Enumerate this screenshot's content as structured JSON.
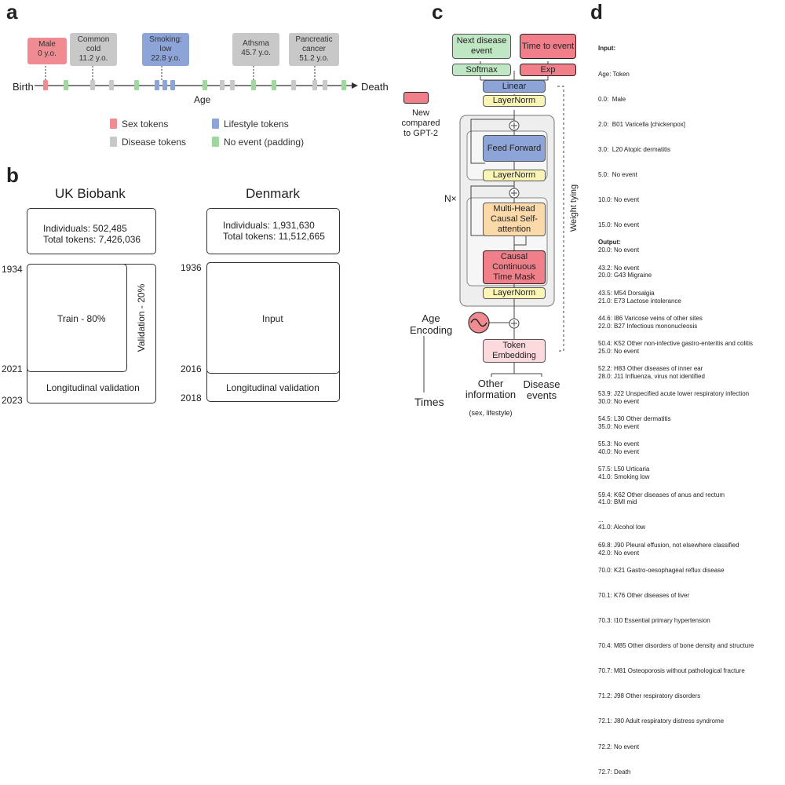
{
  "panel_a": {
    "letter": "a",
    "events": [
      {
        "line1": "Male",
        "line2": "0 y.o.",
        "color": "#f08b91"
      },
      {
        "line1": "Common",
        "line2": "cold",
        "line3": "11.2 y.o.",
        "color": "#c8c8c8"
      },
      {
        "line1": "Smoking:",
        "line2": "low",
        "line3": "22.8 y.o.",
        "color": "#8da4d8"
      },
      {
        "line1": "Athsma",
        "line2": "45.7 y.o.",
        "color": "#c8c8c8"
      },
      {
        "line1": "Pancreatic",
        "line2": "cancer",
        "line3": "51.2 y.o.",
        "color": "#c8c8c8"
      }
    ],
    "birth": "Birth",
    "death": "Death",
    "age": "Age",
    "legend": [
      {
        "label": "Sex tokens",
        "color": "#f08b91"
      },
      {
        "label": "Lifestyle tokens",
        "color": "#8da4d8"
      },
      {
        "label": "Disease tokens",
        "color": "#c8c8c8"
      },
      {
        "label": "No event (padding)",
        "color": "#9fd89c"
      }
    ]
  },
  "panel_b": {
    "letter": "b",
    "uk": {
      "title": "UK Biobank",
      "individuals": "Individuals: 502,485",
      "tokens": "Total tokens: 7,426,036",
      "train": "Train - 80%",
      "validation": "Validation - 20%",
      "longitudinal": "Longitudinal validation",
      "year_start": "1934",
      "year_mid": "2021",
      "year_end": "2023"
    },
    "dk": {
      "title": "Denmark",
      "individuals": "Individuals: 1,931,630",
      "tokens": "Total tokens: 11,512,665",
      "input": "Input",
      "longitudinal": "Longitudinal validation",
      "year_start": "1936",
      "year_mid": "2016",
      "year_end": "2018"
    }
  },
  "panel_c": {
    "letter": "c",
    "next_disease": "Next disease event",
    "time_to_event": "Time to event",
    "softmax": "Softmax",
    "exp": "Exp",
    "linear": "Linear",
    "layernorm": "LayerNorm",
    "feed_forward": "Feed Forward",
    "attention": "Multi-Head Causal Self-attention",
    "time_mask": "Causal Continuous Time Mask",
    "token_embedding": "Token Embedding",
    "nx": "N×",
    "new_compared": "New compared to GPT-2",
    "weight_tying": "Weight tying",
    "age_encoding": "Age Encoding",
    "times": "Times",
    "other_info": "Other information",
    "other_info_sub": "(sex, lifestyle)",
    "disease_events": "Disease events",
    "plus": "+"
  },
  "panel_d": {
    "letter": "d",
    "input_header": "Input:",
    "input_lines": [
      "Age: Token",
      "0.0:  Male",
      "2.0:  B01 Varicella [chickenpox]",
      "3.0:  L20 Atopic dermatitis",
      "5.0:  No event",
      "10.0: No event",
      "15.0: No event",
      "20.0: No event",
      "20.0: G43 Migraine",
      "21.0: E73 Lactose intolerance",
      "22.0: B27 Infectious mononucleosis",
      "25.0: No event",
      "28.0: J11 Influenza, virus not identified",
      "30.0: No event",
      "35.0: No event",
      "40.0: No event",
      "41.0: Smoking low",
      "41.0: BMI mid",
      "41.0: Alcohol low",
      "42.0: No event"
    ],
    "output_header": "Output:",
    "output_lines": [
      "43.2: No event",
      "43.5: M54 Dorsalgia",
      "44.6: I86 Varicose veins of other sites",
      "50.4: K52 Other non-infective gastro-enteritis and colitis",
      "52.2: H83 Other diseases of inner ear",
      "53.9: J22 Unspecified acute lower respiratory infection",
      "54.5: L30 Other dermatitis",
      "55.3: No event",
      "57.5: L50 Urticaria",
      "59.4: K62 Other diseases of anus and rectum",
      "...",
      "69.8: J90 Pleural effusion, not elsewhere classified",
      "70.0: K21 Gastro-oesophageal reflux disease",
      "70.1: K76 Other diseases of liver",
      "70.3: I10 Essential primary hypertension",
      "70.4: M85 Other disorders of bone density and structure",
      "70.7: M81 Osteoporosis without pathological fracture",
      "71.2: J98 Other respiratory disorders",
      "72.1: J80 Adult respiratory distress syndrome",
      "72.2: No event",
      "72.7: Death"
    ]
  }
}
